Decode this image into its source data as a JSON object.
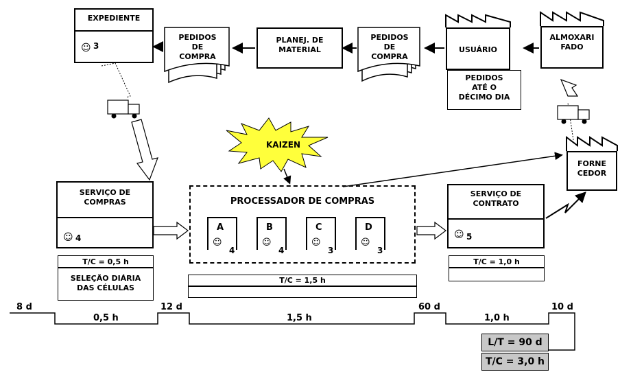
{
  "expediente": {
    "title": "EXPEDIENTE",
    "operators": "3"
  },
  "pedidos_compra_left": {
    "label": "PEDIDOS\nDE\nCOMPRA"
  },
  "planej_material": {
    "label": "PLANEJ. DE\nMATERIAL"
  },
  "pedidos_compra_right": {
    "label": "PEDIDOS\nDE\nCOMPRA"
  },
  "usuario": {
    "label": "USUÁRIO",
    "note": "PEDIDOS\nATÉ O\nDÉCIMO DIA"
  },
  "almoxarifado": {
    "label": "ALMOXARI\nFADO"
  },
  "kaizen": {
    "label": "KAIZEN"
  },
  "fornecedor": {
    "label": "FORNE\nCEDOR"
  },
  "servico_compras": {
    "title": "SERVIÇO DE\nCOMPRAS",
    "operators": "4",
    "tc": "T/C = 0,5 h",
    "note": "SELEÇÃO DIÁRIA\nDAS CÉLULAS"
  },
  "processador": {
    "title": "PROCESSADOR DE COMPRAS",
    "tc": "T/C = 1,5 h",
    "cells": [
      {
        "letter": "A",
        "operators": "4"
      },
      {
        "letter": "B",
        "operators": "4"
      },
      {
        "letter": "C",
        "operators": "3"
      },
      {
        "letter": "D",
        "operators": "3"
      }
    ]
  },
  "servico_contrato": {
    "title": "SERVIÇO DE\nCONTRATO",
    "operators": "5",
    "tc": "T/C = 1,0 h"
  },
  "timeline": {
    "waits": [
      "8 d",
      "12 d",
      "60 d",
      "10 d"
    ],
    "process_times": [
      "0,5 h",
      "1,5 h",
      "1,0 h"
    ]
  },
  "totals": {
    "lead_time": "L/T = 90 d",
    "cycle_time": "T/C = 3,0 h"
  },
  "icons": {
    "operator": "smiley-icon",
    "transport": "truck-icon",
    "burst": "kaizen-burst-icon"
  },
  "colors": {
    "total_box": "#c8c8c8",
    "line": "#000000",
    "background": "#ffffff"
  }
}
